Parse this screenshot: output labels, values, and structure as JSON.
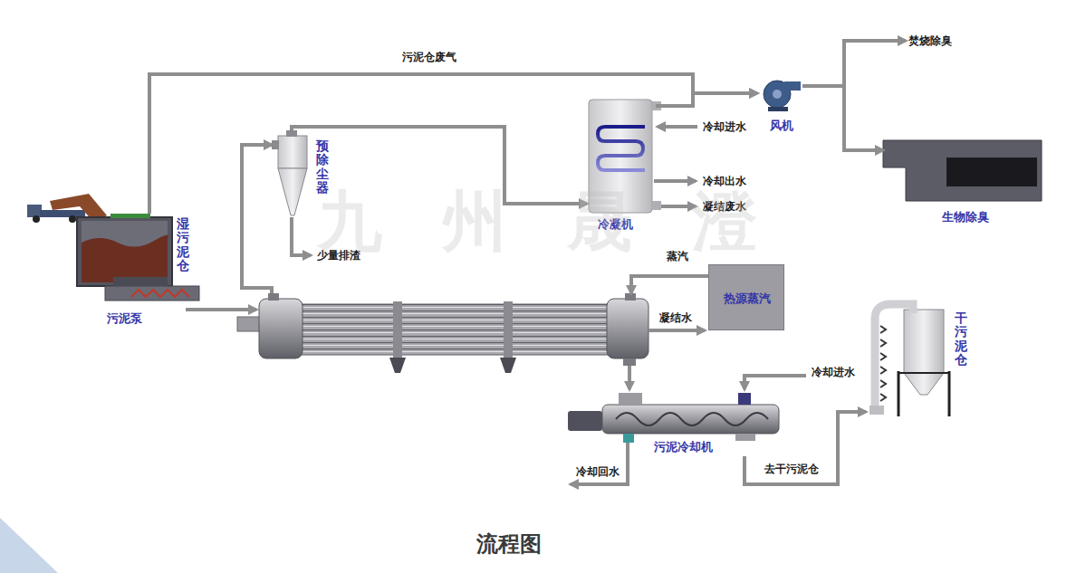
{
  "diagram": {
    "title": "流程图",
    "nodes": [
      {
        "text": [
          "湿污泥仓"
        ]
      },
      {
        "text": [
          "污泥泵"
        ]
      },
      {
        "text": [
          "预除尘器"
        ]
      },
      {
        "text": [
          "冷凝机"
        ]
      },
      {
        "text": [
          "风机"
        ]
      },
      {
        "text": [
          "焚烧除臭"
        ]
      },
      {
        "text": [
          "生物除臭"
        ]
      },
      {
        "text": [
          "热源蒸汽"
        ]
      },
      {
        "text": [
          "污泥冷却机"
        ]
      },
      {
        "text": [
          "干污泥仓"
        ]
      }
    ],
    "edges": [
      {
        "from": 0,
        "to": 4,
        "arrow": "to",
        "label": "污泥仓废气"
      },
      {
        "from": 2,
        "to": 3,
        "arrow": "to"
      },
      {
        "from": 3,
        "to": 4,
        "arrow": "to"
      },
      {
        "from": 4,
        "to": 5,
        "arrow": "to"
      },
      {
        "from": 4,
        "to": 6,
        "arrow": "to"
      },
      {
        "from": 8,
        "to": 9,
        "arrow": "to",
        "label": "去干污泥仓"
      }
    ],
    "labels": [
      "冷却进水",
      "冷却出水",
      "凝结废水",
      "少量排渣",
      "蒸汽",
      "凝结水",
      "冷却进水",
      "冷却回水",
      "九州晟澄"
    ]
  }
}
